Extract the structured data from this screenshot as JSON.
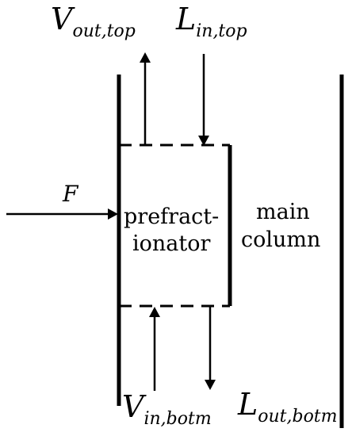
{
  "labels": {
    "vapor_out_top": {
      "symbol": "V",
      "subscript": "out,top"
    },
    "liquid_in_top": {
      "symbol": "L",
      "subscript": "in,top"
    },
    "feed": "F",
    "prefractionator_line1": "prefract-",
    "prefractionator_line2": "ionator",
    "main_column_line1": "main",
    "main_column_line2": "column",
    "vapor_in_bottom": {
      "symbol": "V",
      "subscript": "in,botm"
    },
    "liquid_out_bottom": {
      "symbol": "L",
      "subscript": "out,botm"
    }
  }
}
